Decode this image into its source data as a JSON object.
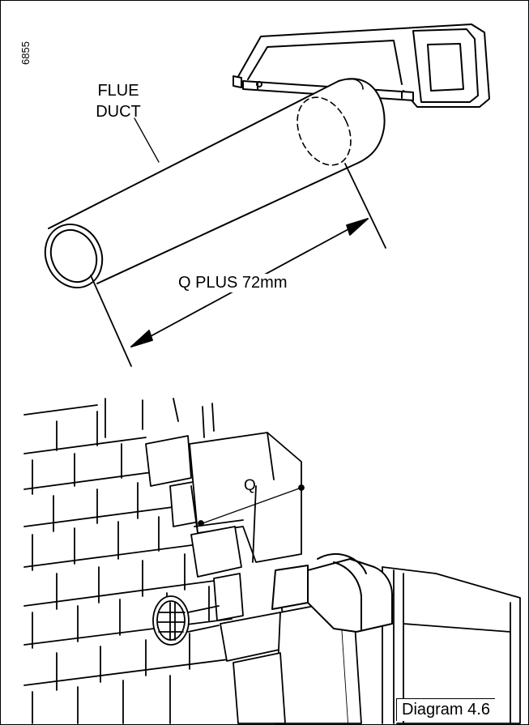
{
  "labels": {
    "reference": "6855",
    "flue_line1": "FLUE",
    "flue_line2": "DUCT",
    "dimension": "Q PLUS 72mm",
    "q": "Q",
    "caption": "Diagram 4.6"
  }
}
